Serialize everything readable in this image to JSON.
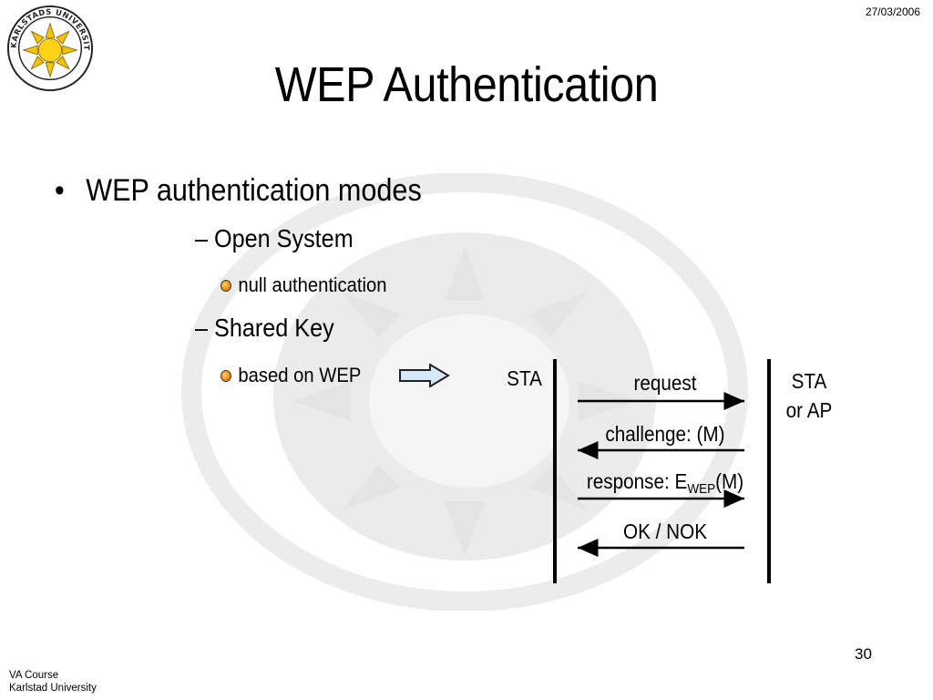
{
  "header": {
    "date": "27/03/2006",
    "title": "WEP Authentication",
    "logo_text": "KARLSTADS UNIVERSITET"
  },
  "content": {
    "bullet_marker": "•",
    "bullet": "WEP authentication modes",
    "open_system": {
      "label": "– Open System",
      "detail": "null authentication"
    },
    "shared_key": {
      "label": "– Shared Key",
      "detail": "based on WEP"
    }
  },
  "diagram": {
    "left_party": "STA",
    "right_party_line1": "STA",
    "right_party_line2": "or AP",
    "messages": [
      {
        "text": "request",
        "direction": "right"
      },
      {
        "text": "challenge: (M)",
        "direction": "left"
      },
      {
        "prefix": "response: E",
        "sub": "WEP",
        "suffix": "(M)",
        "direction": "right"
      },
      {
        "text": "OK / NOK",
        "direction": "left"
      }
    ]
  },
  "footer": {
    "page_number": "30",
    "course": "VA Course",
    "university": "Karlstad University"
  },
  "colors": {
    "arrow_fill": "#d4e8f7",
    "orb": "#f09a1c",
    "watermark": "#e3e3e3"
  }
}
